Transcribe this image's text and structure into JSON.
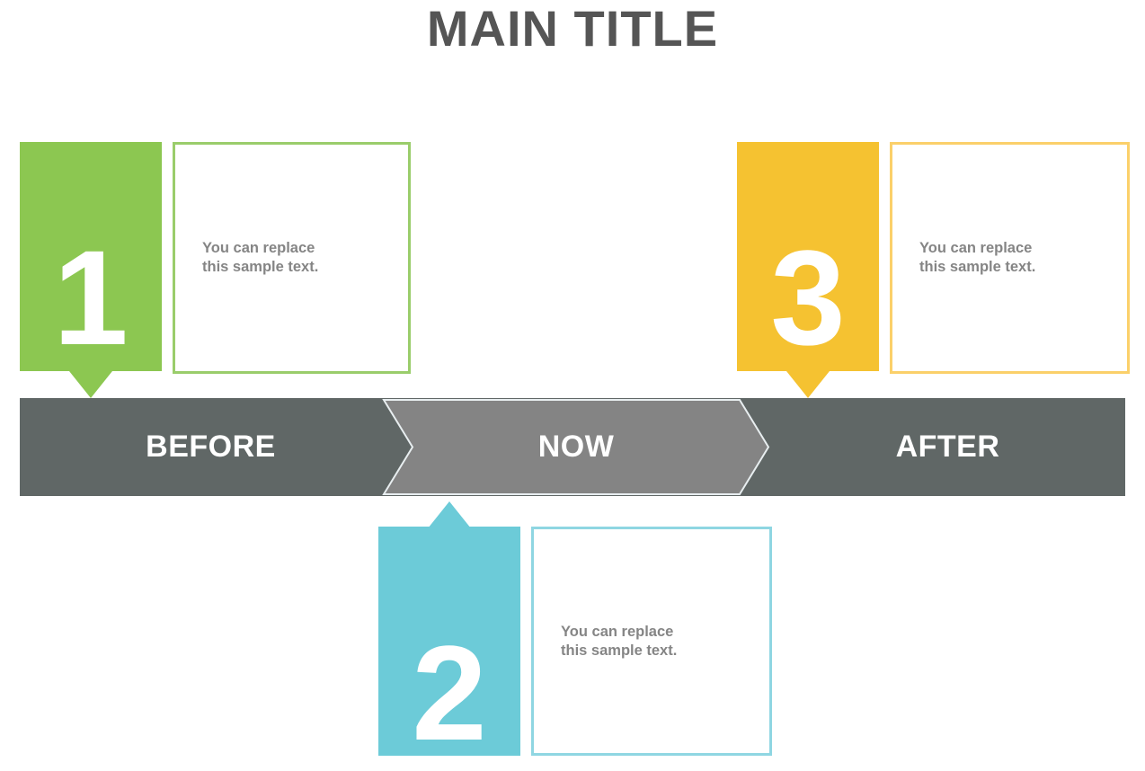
{
  "page": {
    "title": "MAIN TITLE",
    "background": "#FFFFFF"
  },
  "colors": {
    "title_text": "#555555",
    "body_text": "#858585",
    "bar_dark": "#606766",
    "bar_now": "#848484",
    "green": "#8CC751",
    "green_border": "#9ACD6B",
    "yellow": "#F5C231",
    "yellow_border": "#FBD06A",
    "blue": "#6CCBD8",
    "blue_border": "#8FD6E2",
    "white": "#FFFFFF"
  },
  "timeline": {
    "segments": [
      {
        "id": "before",
        "label": "BEFORE",
        "fill": "#606766",
        "shape": "rectangle"
      },
      {
        "id": "now",
        "label": "NOW",
        "fill": "#848484",
        "shape": "chevron"
      },
      {
        "id": "after",
        "label": "AFTER",
        "fill": "#606766",
        "shape": "rectangle"
      }
    ]
  },
  "cards": [
    {
      "id": "card1",
      "number": "1",
      "text": "You can replace\nthis sample text.",
      "color": "#8CC751",
      "border_color": "#9ACD6B",
      "pointer": "down",
      "segment": "before"
    },
    {
      "id": "card2",
      "number": "2",
      "text": "You can replace\nthis sample text.",
      "color": "#6CCBD8",
      "border_color": "#8FD6E2",
      "pointer": "up",
      "segment": "now"
    },
    {
      "id": "card3",
      "number": "3",
      "text": "You can replace\nthis sample text.",
      "color": "#F5C231",
      "border_color": "#FBD06A",
      "pointer": "down",
      "segment": "after"
    }
  ]
}
